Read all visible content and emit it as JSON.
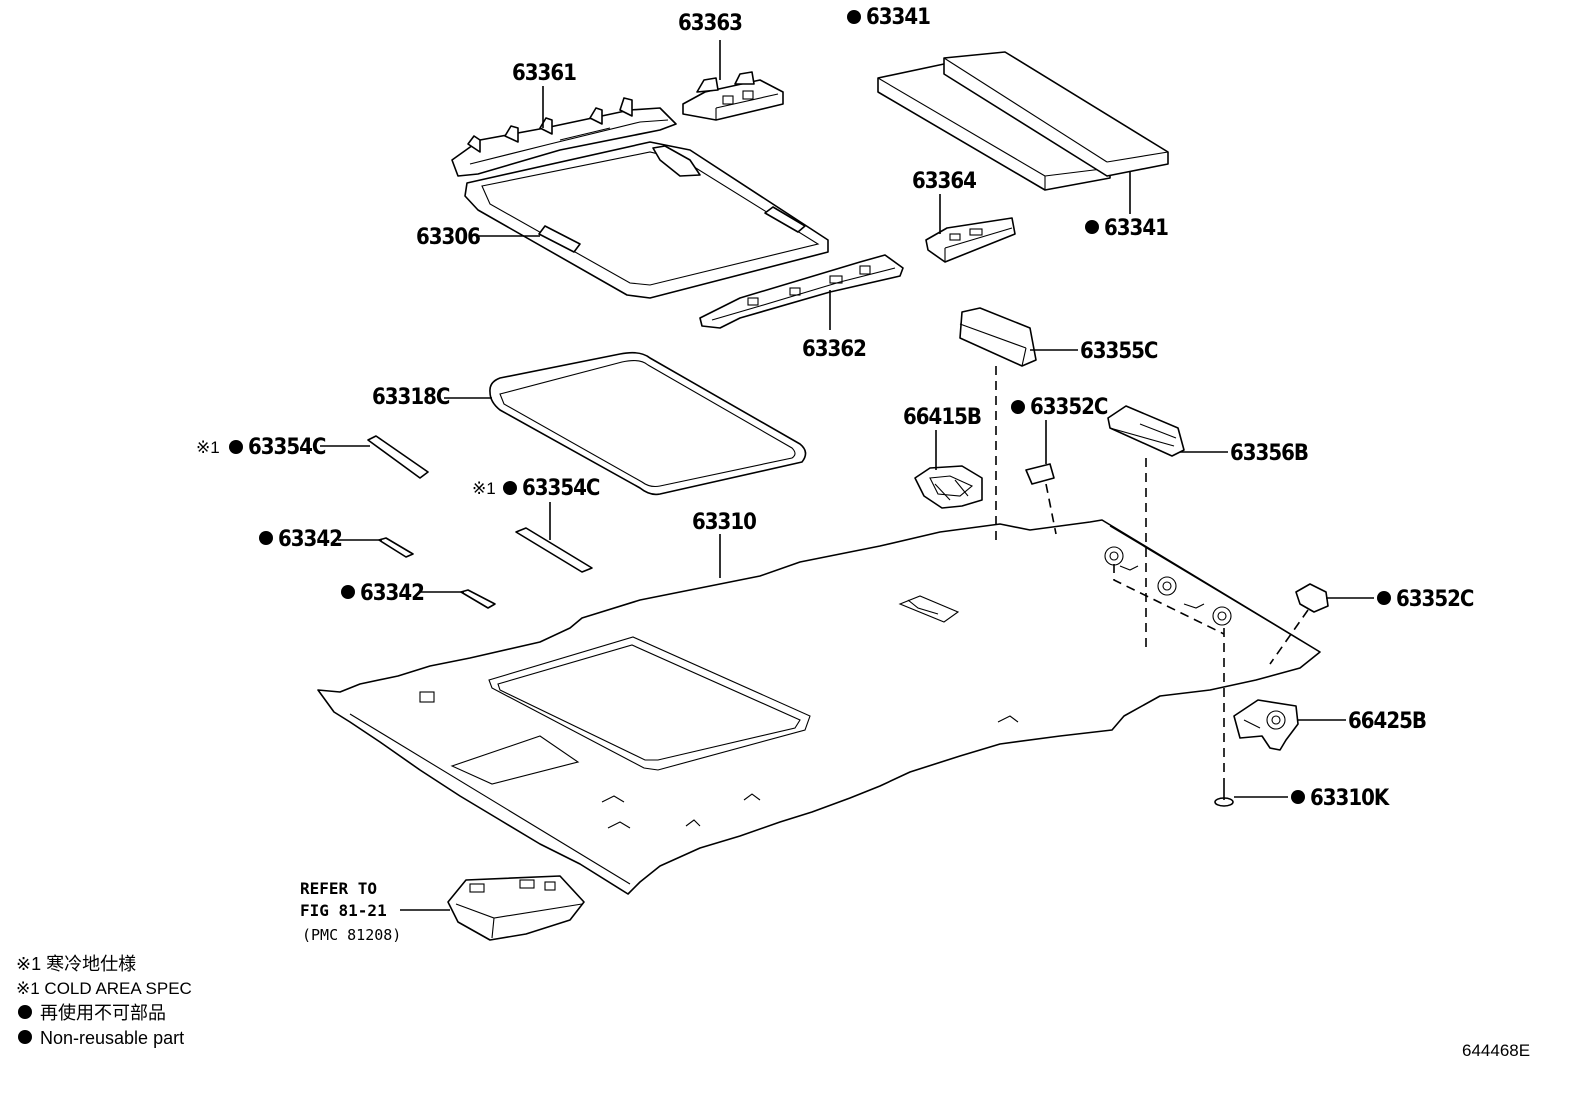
{
  "parts": {
    "p63363": "63363",
    "p63361": "63361",
    "p63306": "63306",
    "p63341_top": "63341",
    "p63341_bottom": "63341",
    "p63364": "63364",
    "p63362": "63362",
    "p63355c": "63355C",
    "p63318c": "63318C",
    "p66415b": "66415B",
    "p63352c_top": "63352C",
    "p63356b": "63356B",
    "p63354c_left": "63354C",
    "p63354c_mid": "63354C",
    "p63342_a": "63342",
    "p63342_b": "63342",
    "p63310": "63310",
    "p63352c_right": "63352C",
    "p66425b": "66425B",
    "p63310k": "63310K"
  },
  "marks": {
    "cold_ref": "※1",
    "non_reusable": "●"
  },
  "reference": {
    "line1": "REFER TO",
    "line2": "FIG 81-21",
    "line3": "(PMC 81208)"
  },
  "legend": {
    "cold_jp": "※1 寒冷地仕様",
    "cold_en": "※1 COLD AREA SPEC",
    "nonreuse_jp": "再使用不可部品",
    "nonreuse_en": "Non-reusable part"
  },
  "figure_code": "644468E"
}
